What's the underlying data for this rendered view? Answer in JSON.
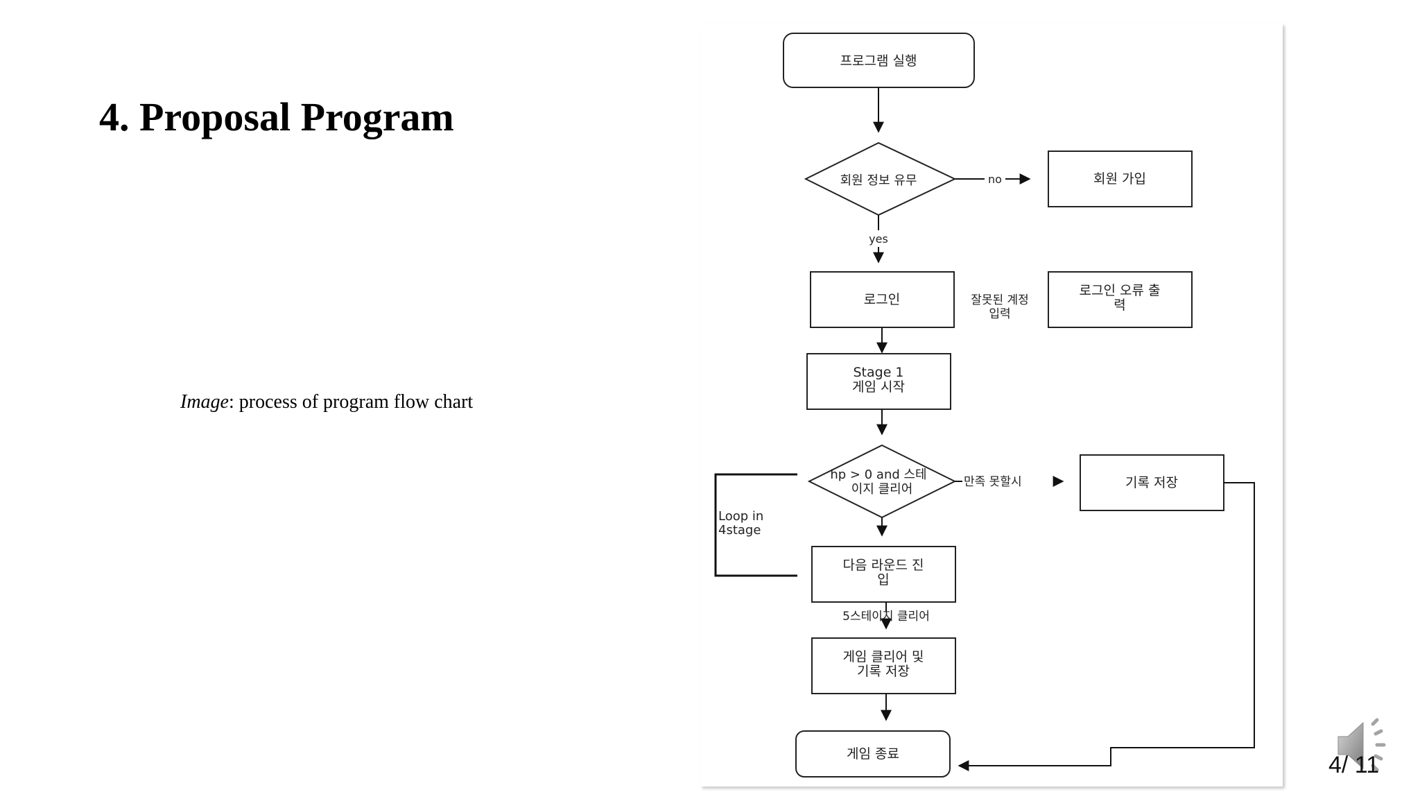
{
  "slide": {
    "title": "4. Proposal Program",
    "caption_em": "Image",
    "caption_rest": ": process of program flow chart",
    "page_number": "4/ 11"
  },
  "flowchart": {
    "nodes": {
      "start": "프로그램 실행",
      "member_check": "회원 정보 유무",
      "signup": "회원 가입",
      "login": "로그인",
      "login_error_1": "로그인 오류 출",
      "login_error_2": "력",
      "stage1_1": "Stage 1",
      "stage1_2": "게임 시작",
      "condition_1": "hp > 0 and 스테",
      "condition_2": "이지 클리어",
      "save_record": "기록 저장",
      "next_round_1": "다음 라운드 진",
      "next_round_2": "입",
      "clear_save_1": "게임 클리어 및",
      "clear_save_2": "기록 저장",
      "end": "게임 종료"
    },
    "edges": {
      "no": "no",
      "yes": "yes",
      "wrong_account_1": "잘못된 계정",
      "wrong_account_2": "입력",
      "unsatisfied": "만족 못할시",
      "loop_1": "Loop in",
      "loop_2": "4stage",
      "stage5_clear": "5스테이지 클리어"
    }
  },
  "icons": {
    "audio": "speaker-icon"
  }
}
